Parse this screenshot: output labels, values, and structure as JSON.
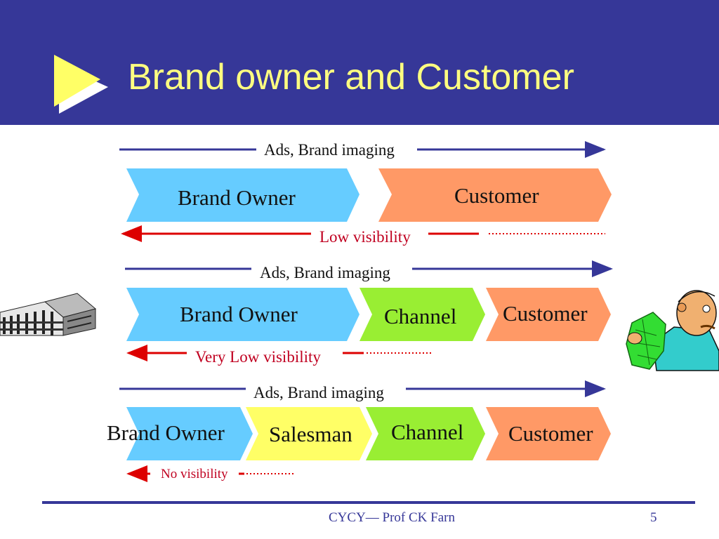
{
  "slide": {
    "title": "Brand owner and Customer",
    "footer": "CYCY— Prof CK Farn",
    "page_number": "5"
  },
  "colors": {
    "header_bg": "#363798",
    "title_text": "#ffff80",
    "brand_owner": "#66ccff",
    "customer": "#ff9966",
    "channel": "#99ee33",
    "salesman": "#ffff66",
    "arrow_forward": "#363798",
    "arrow_back": "#dd0000"
  },
  "rows": [
    {
      "ads_label": "Ads, Brand imaging",
      "visibility_label": "Low visibility",
      "chevrons": [
        "Brand Owner",
        "Customer"
      ]
    },
    {
      "ads_label": "Ads, Brand imaging",
      "visibility_label": "Very Low visibility",
      "chevrons": [
        "Brand Owner",
        "Channel",
        "Customer"
      ]
    },
    {
      "ads_label": "Ads, Brand imaging",
      "visibility_label": "No visibility",
      "chevrons": [
        "Brand Owner",
        "Salesman",
        "Channel",
        "Customer"
      ]
    }
  ],
  "clipart": [
    "factory-building-icon",
    "customer-with-money-icon"
  ]
}
